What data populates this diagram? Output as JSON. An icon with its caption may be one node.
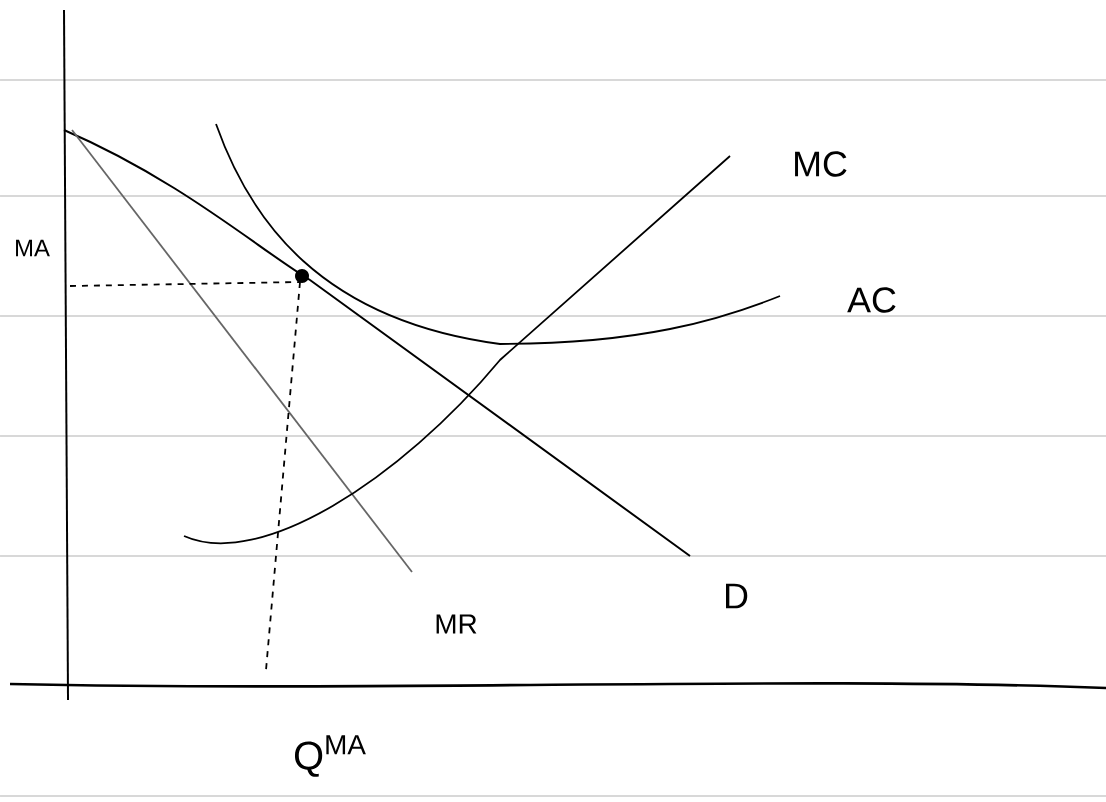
{
  "diagram": {
    "labels": [
      "MC",
      "MA",
      "AC",
      "MR",
      "D",
      "Q$^{MA}$"
    ]
  }
}
